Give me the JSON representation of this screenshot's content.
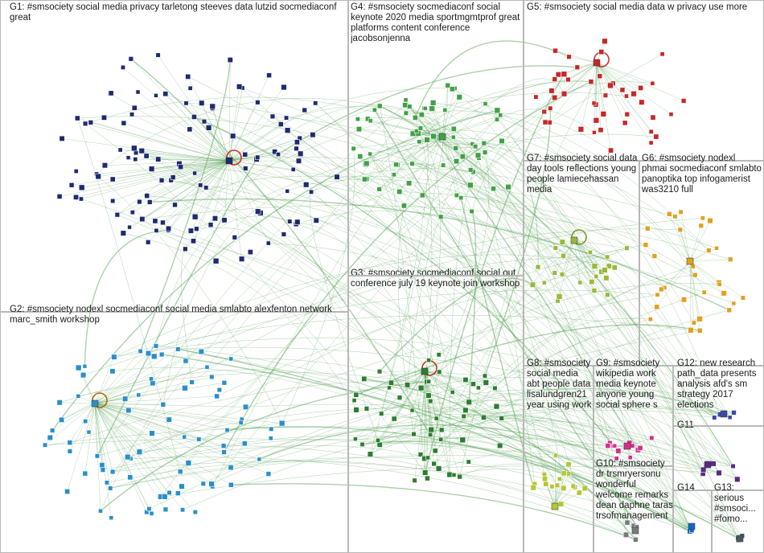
{
  "graph": {
    "background": "#ffffff",
    "border_color": "#b8b8b8",
    "edge_color": "#5aa35a",
    "groups": [
      {
        "id": "G1",
        "label": "G1: #smsociety social media privacy tarletong steeves data lutzid socmediaconf great",
        "color": "#1f2a6e",
        "node_count": 120
      },
      {
        "id": "G2",
        "label": "G2: #smsociety nodexl socmediaconf social media smlabto alexfenton network marc_smith workshop",
        "color": "#2a8fc9",
        "node_count": 85
      },
      {
        "id": "G3",
        "label": "G3: #smsociety socmediaconf social out conference july 19 keynote join workshop",
        "color": "#2e7d32",
        "node_count": 60
      },
      {
        "id": "G4",
        "label": "G4: #smsociety socmediaconf social keynote 2020 media sportmgmtprof great platforms content conference jacobsonjenna",
        "color": "#43a047",
        "node_count": 70
      },
      {
        "id": "G5",
        "label": "G5: #smsociety social media data w privacy use more",
        "color": "#c62828",
        "node_count": 45
      },
      {
        "id": "G6",
        "label": "G6: #smsociety nodexl phmai socmediaconf smlabto panoptika top infogamerist was3210 full",
        "color": "#e0a020",
        "node_count": 32
      },
      {
        "id": "G7",
        "label": "G7: #smsociety social data day tools reflections young people lamiecehassan media",
        "color": "#9ab83a",
        "node_count": 24
      },
      {
        "id": "G8",
        "label": "G8: #smsociety social media abt people data lisalundgren21 year using work",
        "color": "#b5c732",
        "node_count": 20
      },
      {
        "id": "G9",
        "label": "G9: #smsociety wikipedia work media keynote anyone young social sphere s",
        "color": "#d32f8a",
        "node_count": 14
      },
      {
        "id": "G10",
        "label": "G10: #smsociety dr trsmryersonu wonderful welcome remarks dean daphne taras trsofmanagement",
        "color": "#7a7a7a",
        "node_count": 6
      },
      {
        "id": "G11",
        "label": "G11",
        "color": "#5b2a86",
        "node_count": 6
      },
      {
        "id": "G12",
        "label": "G12: new research path_data presents analysis afd's sm strategy 2017 elections",
        "color": "#3949ab",
        "node_count": 4
      },
      {
        "id": "G13",
        "label": "G13: serious #smsoci... #fomo...",
        "color": "#455a64",
        "node_count": 3
      },
      {
        "id": "G14",
        "label": "G14",
        "color": "#1565c0",
        "node_count": 2
      }
    ]
  }
}
